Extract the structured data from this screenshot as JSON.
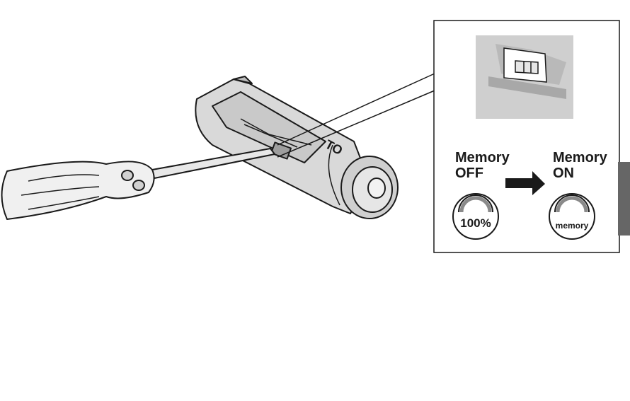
{
  "labels": {
    "memory_off_line1": "Memory",
    "memory_off_line2": "OFF",
    "memory_on_line1": "Memory",
    "memory_on_line2": "ON",
    "gauge_off_value": "100%",
    "gauge_on_value": "memory"
  },
  "torch_logo_text": "TO",
  "colors": {
    "outline": "#1a1a1a",
    "body_fill": "#d9d9d9",
    "shade_fill": "#bdbdbd",
    "side_tab": "#666666"
  },
  "icons": [
    "screwdriver-icon",
    "flashlight-icon",
    "arrow-right-icon"
  ]
}
